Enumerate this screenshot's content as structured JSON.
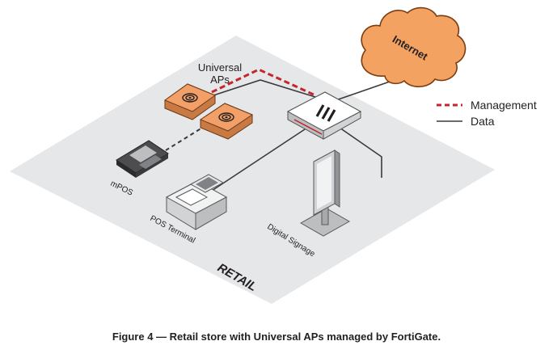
{
  "labels": {
    "internet": "Internet",
    "universal_aps_line1": "Universal",
    "universal_aps_line2": "APs",
    "mpos": "mPOS",
    "pos_terminal": "POS Terminal",
    "digital_signage": "Digital Signage",
    "retail": "RETAIL"
  },
  "legend": {
    "management": "Management",
    "data": "Data"
  },
  "caption": "Figure 4 — Retail store with Universal APs managed by FortiGate.",
  "colors": {
    "floor": "#e6e7e8",
    "cloud": "#f4a261",
    "ap_orange": "#f2a068",
    "management_line": "#c1272d",
    "data_line": "#3a3a3a"
  },
  "icons": [
    "cloud-icon",
    "access-point-icon",
    "fortigate-icon",
    "mpos-icon",
    "pos-terminal-icon",
    "digital-signage-icon"
  ]
}
